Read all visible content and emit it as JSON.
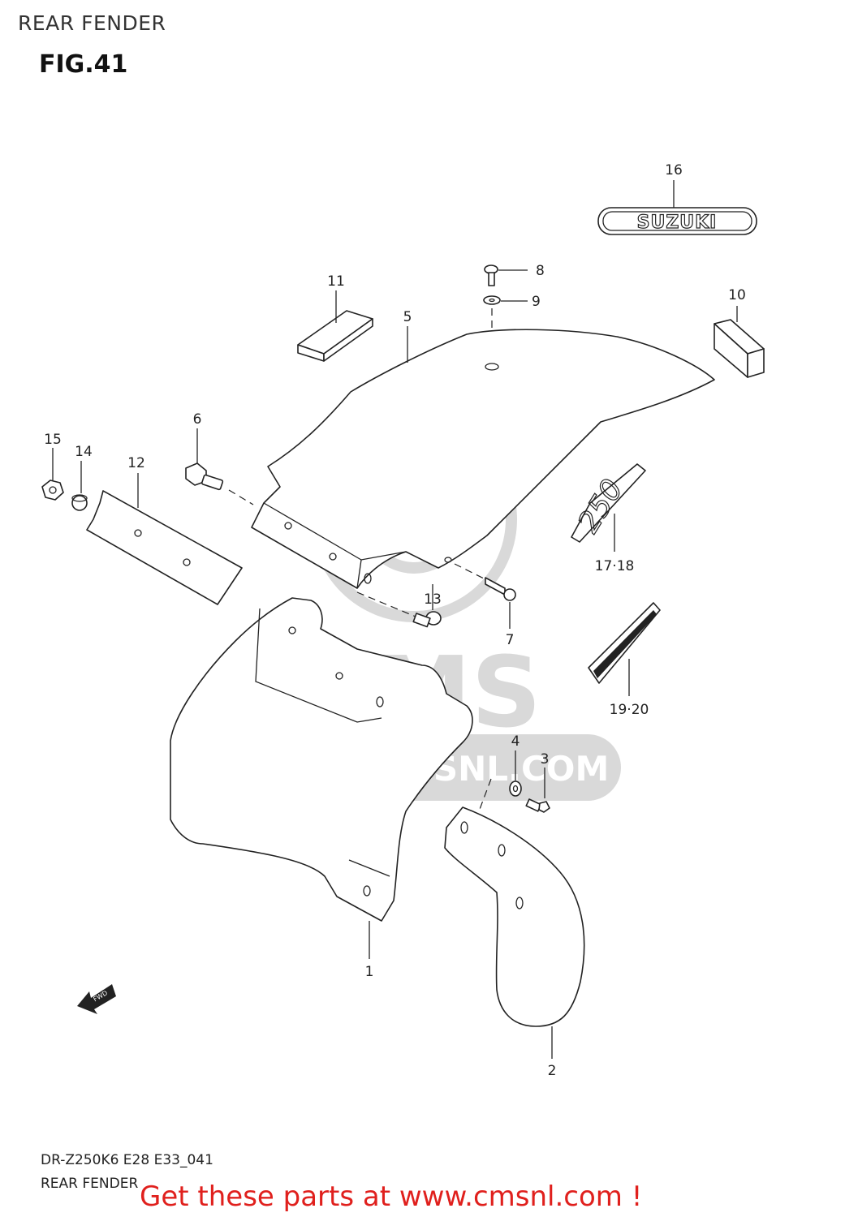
{
  "header": {
    "title": "REAR FENDER",
    "figure": "FIG.41"
  },
  "watermark": {
    "brand": "CMS",
    "url": "WWW.CMSNL.COM"
  },
  "parts": {
    "p1": "1",
    "p2": "2",
    "p3": "3",
    "p4": "4",
    "p5": "5",
    "p6": "6",
    "p7": "7",
    "p8": "8",
    "p9": "9",
    "p10": "10",
    "p11": "11",
    "p12": "12",
    "p13": "13",
    "p14": "14",
    "p15": "15",
    "p16": "16",
    "p17_18": "17·18",
    "p19_20": "19·20"
  },
  "decals": {
    "brand_emblem": "SUZUKI",
    "model_decal": "250",
    "fwd_arrow": "FWD"
  },
  "footer": {
    "code": "DR-Z250K6 E28 E33_041",
    "name": "REAR FENDER",
    "cta": "Get these parts at www.cmsnl.com !"
  },
  "colors": {
    "cta": "#e0201d",
    "watermark": "#d9d9d9",
    "line": "#222222"
  }
}
